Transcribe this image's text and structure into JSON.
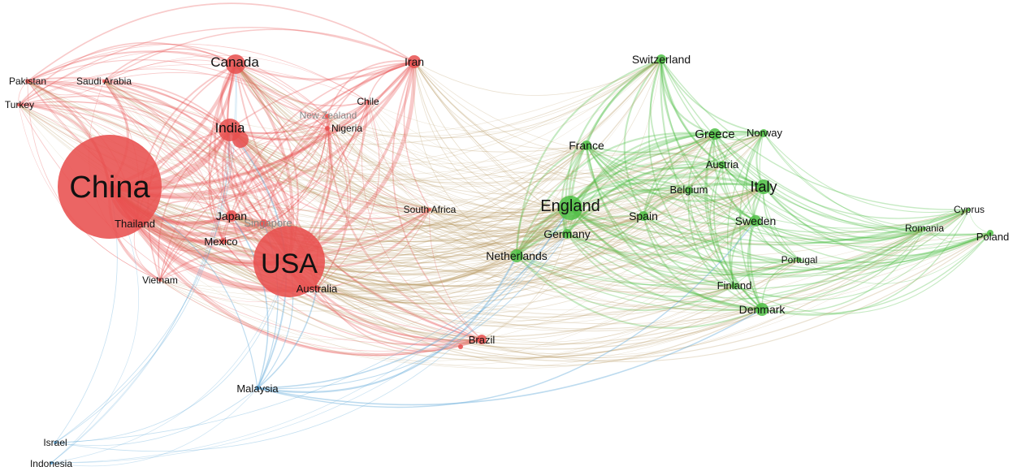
{
  "colors": {
    "red": "#e8504f",
    "green": "#4fbf45",
    "blue": "#5aa5d8",
    "mixed": "#b5955a",
    "label": "#111111",
    "faint_label": "#8a8a8a"
  },
  "nodes": [
    {
      "id": "china",
      "label": "China",
      "cluster": "red",
      "weight": 10
    },
    {
      "id": "usa",
      "label": "USA",
      "cluster": "red",
      "weight": 8
    },
    {
      "id": "canada",
      "label": "Canada",
      "cluster": "red",
      "weight": 5
    },
    {
      "id": "india",
      "label": "India",
      "cluster": "red",
      "weight": 5
    },
    {
      "id": "iran",
      "label": "Iran",
      "cluster": "red",
      "weight": 4
    },
    {
      "id": "japan",
      "label": "Japan",
      "cluster": "red",
      "weight": 4
    },
    {
      "id": "thailand",
      "label": "Thailand",
      "cluster": "red",
      "weight": 2
    },
    {
      "id": "mexico",
      "label": "Mexico",
      "cluster": "red",
      "weight": 2
    },
    {
      "id": "australia",
      "label": "Australia",
      "cluster": "red",
      "weight": 3
    },
    {
      "id": "singapore",
      "label": "Singapore",
      "cluster": "red",
      "weight": 2,
      "faint": true
    },
    {
      "id": "newzealand",
      "label": "New Zealand",
      "cluster": "red",
      "weight": 2,
      "faint": true
    },
    {
      "id": "nigeria",
      "label": "Nigeria",
      "cluster": "red",
      "weight": 2
    },
    {
      "id": "chile",
      "label": "Chile",
      "cluster": "red",
      "weight": 1
    },
    {
      "id": "pakistan",
      "label": "Pakistan",
      "cluster": "red",
      "weight": 2
    },
    {
      "id": "saudiarabia",
      "label": "Saudi Arabia",
      "cluster": "red",
      "weight": 1
    },
    {
      "id": "turkey",
      "label": "Turkey",
      "cluster": "red",
      "weight": 1
    },
    {
      "id": "vietnam",
      "label": "Vietnam",
      "cluster": "red",
      "weight": 1
    },
    {
      "id": "southafrica",
      "label": "South Africa",
      "cluster": "red",
      "weight": 1
    },
    {
      "id": "brazil",
      "label": "Brazil",
      "cluster": "red",
      "weight": 2
    },
    {
      "id": "switzerland",
      "label": "Switzerland",
      "cluster": "green",
      "weight": 3
    },
    {
      "id": "france",
      "label": "France",
      "cluster": "green",
      "weight": 3
    },
    {
      "id": "greece",
      "label": "Greece",
      "cluster": "green",
      "weight": 3
    },
    {
      "id": "norway",
      "label": "Norway",
      "cluster": "green",
      "weight": 2
    },
    {
      "id": "austria",
      "label": "Austria",
      "cluster": "green",
      "weight": 2
    },
    {
      "id": "belgium",
      "label": "Belgium",
      "cluster": "green",
      "weight": 2
    },
    {
      "id": "italy",
      "label": "Italy",
      "cluster": "green",
      "weight": 4
    },
    {
      "id": "england",
      "label": "England",
      "cluster": "green",
      "weight": 5
    },
    {
      "id": "germany",
      "label": "Germany",
      "cluster": "green",
      "weight": 3
    },
    {
      "id": "spain",
      "label": "Spain",
      "cluster": "green",
      "weight": 3
    },
    {
      "id": "sweden",
      "label": "Sweden",
      "cluster": "green",
      "weight": 3
    },
    {
      "id": "netherlands",
      "label": "Netherlands",
      "cluster": "green",
      "weight": 3
    },
    {
      "id": "portugal",
      "label": "Portugal",
      "cluster": "green",
      "weight": 1
    },
    {
      "id": "finland",
      "label": "Finland",
      "cluster": "green",
      "weight": 2
    },
    {
      "id": "denmark",
      "label": "Denmark",
      "cluster": "green",
      "weight": 3
    },
    {
      "id": "cyprus",
      "label": "Cyprus",
      "cluster": "green",
      "weight": 1
    },
    {
      "id": "romania",
      "label": "Romania",
      "cluster": "green",
      "weight": 1
    },
    {
      "id": "poland",
      "label": "Poland",
      "cluster": "green",
      "weight": 1
    },
    {
      "id": "malaysia",
      "label": "Malaysia",
      "cluster": "blue",
      "weight": 2
    },
    {
      "id": "israel",
      "label": "Israel",
      "cluster": "blue",
      "weight": 1
    },
    {
      "id": "indonesia",
      "label": "Indonesia",
      "cluster": "blue",
      "weight": 1
    }
  ]
}
